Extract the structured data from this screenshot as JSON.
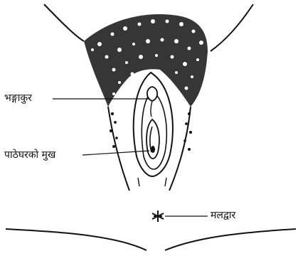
{
  "labels": {
    "clitoris": "भङ्गाकुर",
    "vaginal_opening": "पाठेघरको मुख",
    "anus": "मलद्वार"
  },
  "colors": {
    "ink": "#111111",
    "background": "#ffffff"
  }
}
